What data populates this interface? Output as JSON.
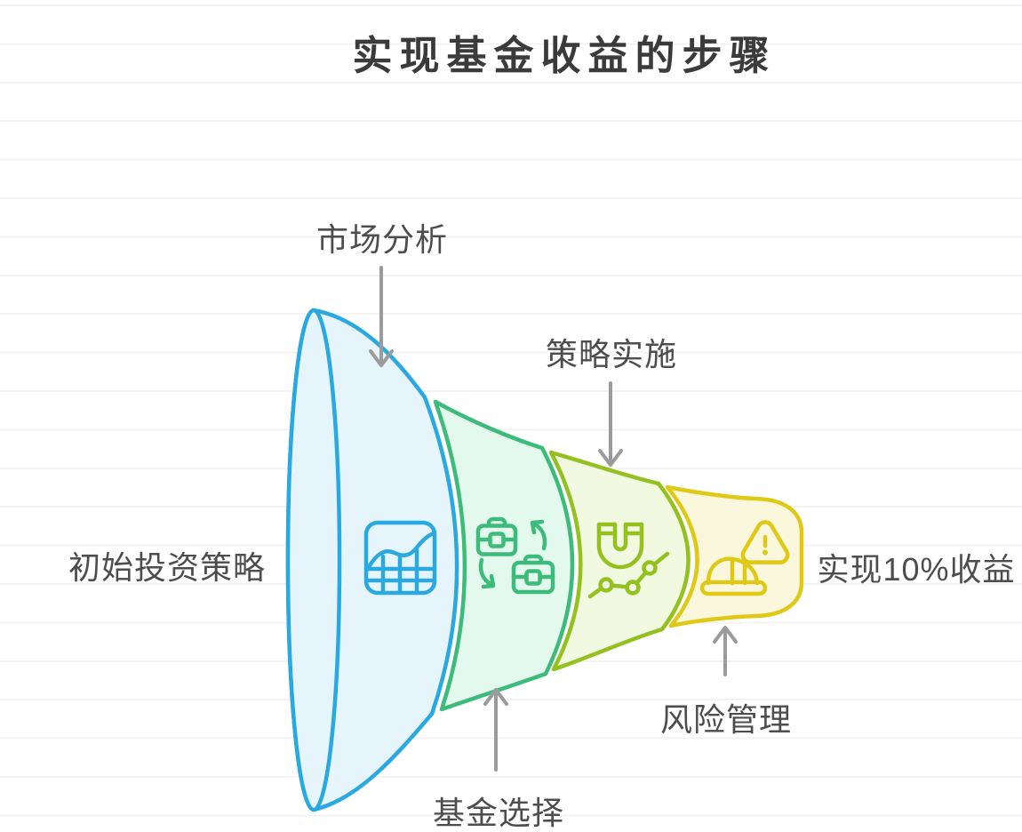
{
  "title": "实现基金收益的步骤",
  "labels": {
    "start": "初始投资策略",
    "end": "实现10%收益"
  },
  "stages": [
    {
      "label": "市场分析",
      "icon": "line-chart-icon",
      "color": "#29a9e0",
      "fill": "#e6f5fc",
      "label_position": "top"
    },
    {
      "label": "基金选择",
      "icon": "briefcase-exchange-icon",
      "color": "#3cbb7a",
      "fill": "#e4f9ed",
      "label_position": "bottom"
    },
    {
      "label": "策略实施",
      "icon": "magnet-chart-icon",
      "color": "#94c11f",
      "fill": "#f1f9e1",
      "label_position": "top"
    },
    {
      "label": "风险管理",
      "icon": "warning-helmet-icon",
      "color": "#dfc916",
      "fill": "#fbf7dc",
      "label_position": "bottom"
    }
  ],
  "style_colors": {
    "arrow": "#9b9b9b",
    "gridline": "#f3f3f3",
    "title_text": "#3b3b3b",
    "label_text": "#4d4d4d",
    "background": "#ffffff"
  }
}
